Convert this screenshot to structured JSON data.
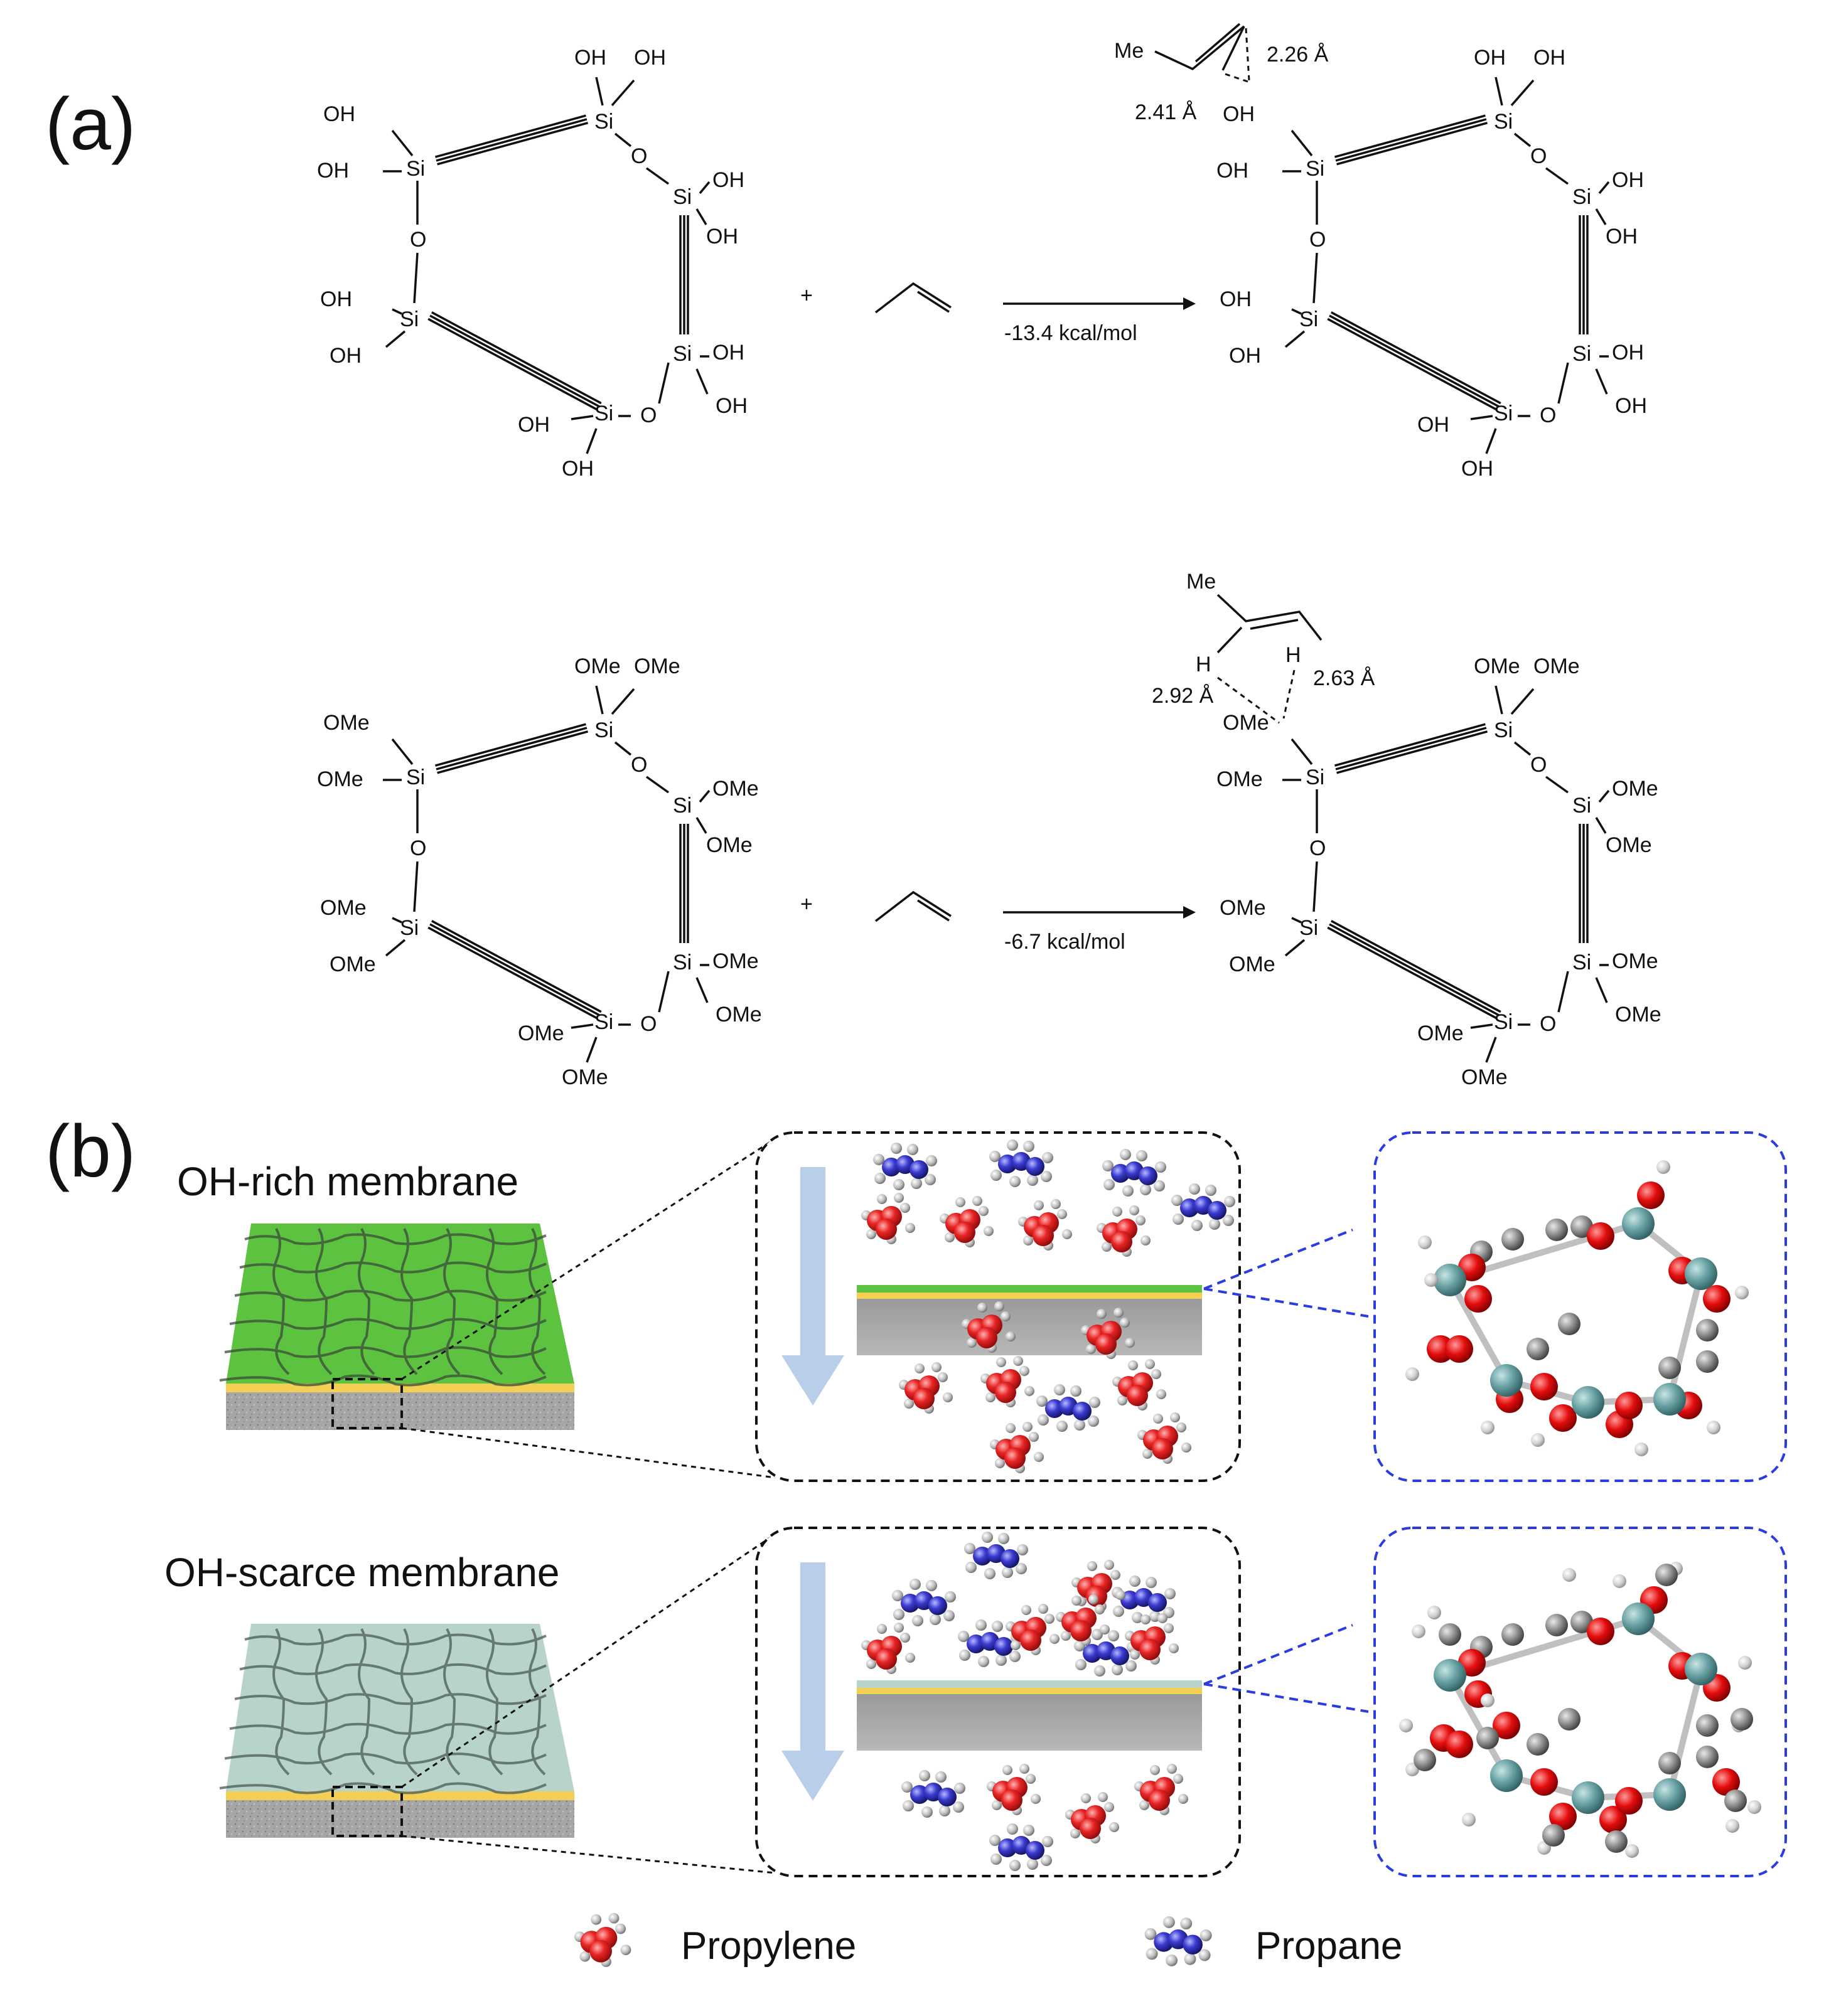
{
  "panels": {
    "a_label": "(a)",
    "b_label": "(b)"
  },
  "reaction_top": {
    "energy": "-13.4 kcal/mol",
    "plus": "+",
    "dist_1": "2.26 Å",
    "dist_2": "2.41 Å"
  },
  "reaction_bottom": {
    "energy": "-6.7 kcal/mol",
    "plus": "+",
    "dist_1": "2.92 Å",
    "dist_2": "2.63 Å"
  },
  "membranes": {
    "top_title": "OH-rich membrane",
    "bottom_title": "OH-scarce membrane"
  },
  "legend": {
    "propylene": "Propylene",
    "propane": "Propane"
  },
  "colors": {
    "oh_rich_green": "#5dc23f",
    "oh_scarce_teal": "#b7d3cc",
    "yellow_layer": "#f3d054",
    "support_gray": "#a9a9a9",
    "arrow_blue": "#b9cfe9",
    "propylene_red": "#e02020",
    "propane_blue": "#3a3ad0",
    "dash_blue": "#2a3be0"
  }
}
